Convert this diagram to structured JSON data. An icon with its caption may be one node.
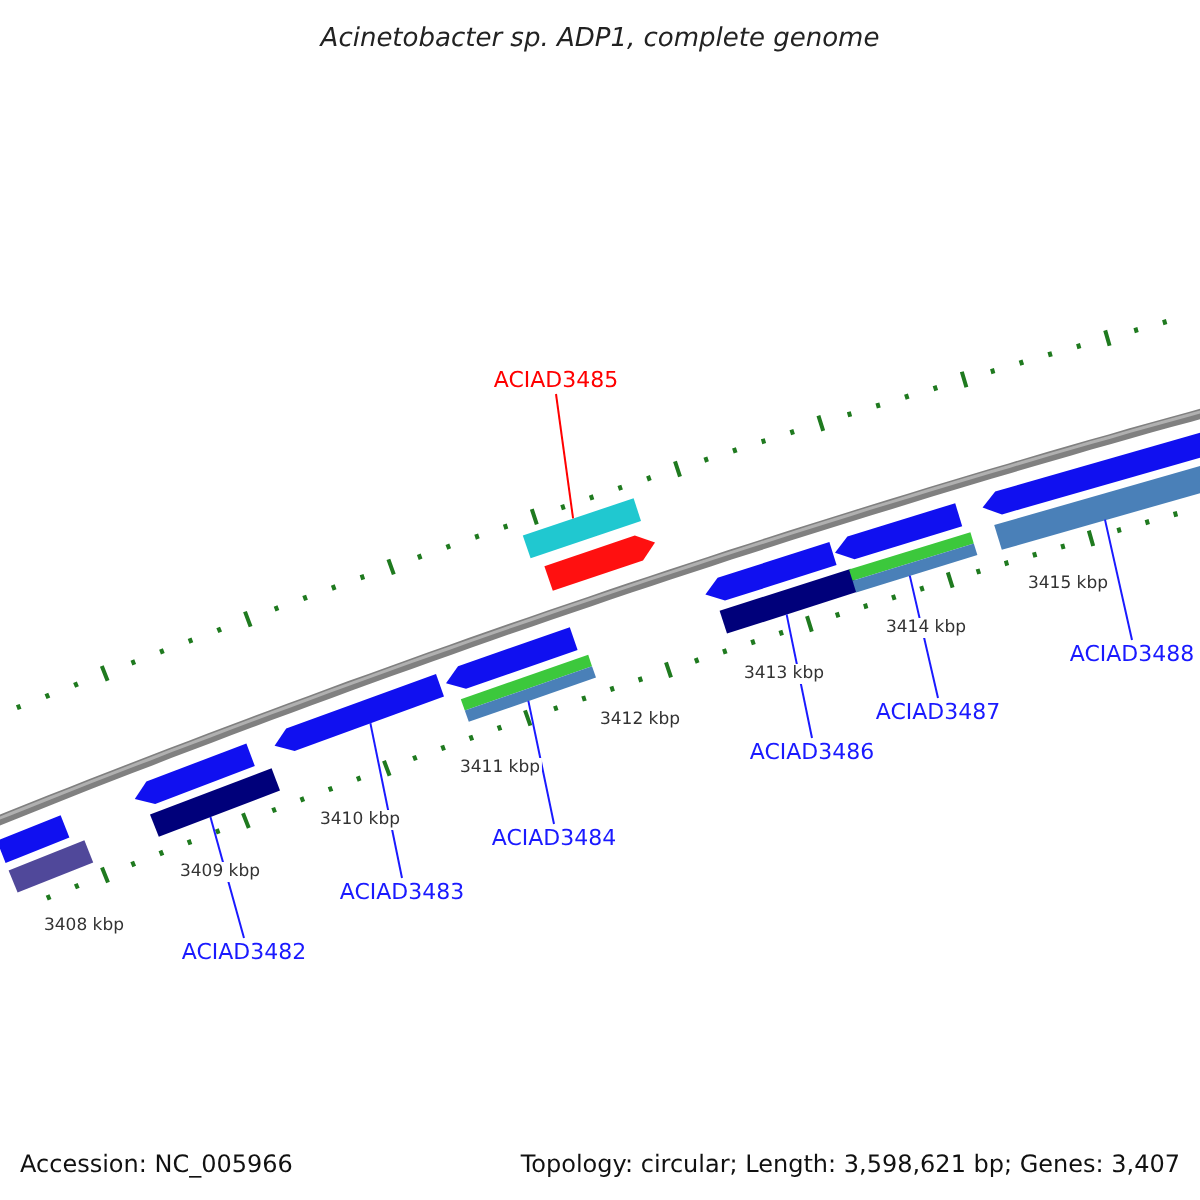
{
  "diagram": {
    "title": "Acinetobacter sp. ADP1, complete genome",
    "nodes": [
      {
        "text": [
          "ACIAD3485"
        ]
      },
      {
        "text": [
          "ACIAD3482"
        ]
      },
      {
        "text": [
          "ACIAD3483"
        ]
      },
      {
        "text": [
          "ACIAD3484"
        ]
      },
      {
        "text": [
          "ACIAD3486"
        ]
      },
      {
        "text": [
          "ACIAD3487"
        ]
      },
      {
        "text": [
          "ACIAD3488"
        ]
      },
      {
        "text": [],
        "shape": "bar"
      },
      {
        "text": [],
        "shape": "bar"
      },
      {
        "text": [],
        "shape": "bar"
      },
      {
        "text": [],
        "shape": "bar"
      },
      {
        "text": [],
        "shape": "bar"
      },
      {
        "text": [],
        "shape": "bar"
      },
      {
        "text": [],
        "shape": "bar"
      },
      {
        "text": [],
        "shape": "bar"
      },
      {
        "text": [],
        "shape": "bar"
      },
      {
        "text": [],
        "shape": "bar"
      },
      {
        "text": [],
        "shape": "bar"
      },
      {
        "text": [],
        "shape": "bar"
      },
      {
        "text": [],
        "shape": "bar"
      },
      {
        "text": [],
        "shape": "bar"
      },
      {
        "text": [],
        "shape": "bar"
      },
      {
        "text": [],
        "shape": "bar"
      },
      {
        "text": [],
        "shape": "bar"
      }
    ],
    "edges": [
      {
        "from": 0,
        "to": 15,
        "arrow": "none",
        "color": "#ff0000"
      },
      {
        "from": 1,
        "to": 10,
        "arrow": "none"
      },
      {
        "from": 2,
        "to": 11,
        "arrow": "none"
      },
      {
        "from": 3,
        "to": 14,
        "arrow": "none"
      },
      {
        "from": 4,
        "to": 18,
        "arrow": "none"
      },
      {
        "from": 5,
        "to": 21,
        "arrow": "none"
      },
      {
        "from": 6,
        "to": 23,
        "arrow": "none"
      }
    ],
    "labels": [
      "3408 kbp",
      "3409 kbp",
      "3410 kbp",
      "3411 kbp",
      "3412 kbp",
      "3413 kbp",
      "3414 kbp",
      "3415 kbp",
      "Accession: NC_005966",
      "Topology: circular; Length: 3,598,621 bp; Genes: 3,407"
    ]
  }
}
